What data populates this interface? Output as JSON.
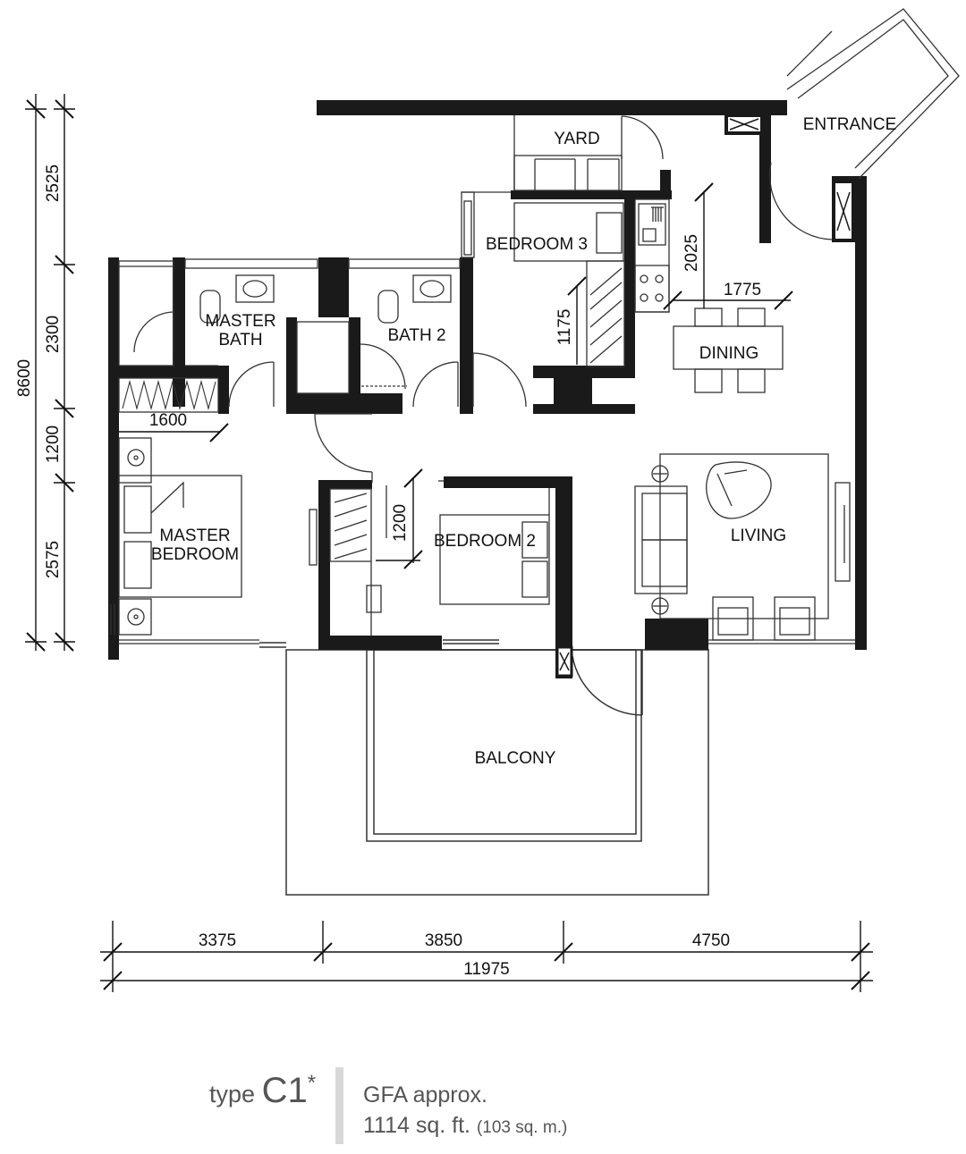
{
  "rooms": {
    "yard": "YARD",
    "entrance": "ENTRANCE",
    "bedroom3": "BEDROOM 3",
    "master_bath_1": "MASTER",
    "master_bath_2": "BATH",
    "bath2": "BATH 2",
    "dining": "DINING",
    "master_bedroom_1": "MASTER",
    "master_bedroom_2": "BEDROOM",
    "bedroom2": "BEDROOM 2",
    "living": "LIVING",
    "balcony": "BALCONY"
  },
  "dimensions": {
    "left_total": "8600",
    "left_1": "2525",
    "left_2": "2300",
    "left_3": "1200",
    "left_4": "2575",
    "bottom_1": "3375",
    "bottom_2": "3850",
    "bottom_3": "4750",
    "bottom_total": "11975",
    "wardrobe_width": "1600",
    "kitchen_height": "2025",
    "dining_width": "1775",
    "bedroom3_wardrobe": "1175",
    "bedroom2_wardrobe": "1200"
  },
  "caption": {
    "type_prefix": "type",
    "type_code": "C1",
    "type_mark": "*",
    "gfa_label": "GFA approx.",
    "gfa_sqft": "1114 sq. ft.",
    "gfa_sqm": "(103 sq. m.)"
  }
}
